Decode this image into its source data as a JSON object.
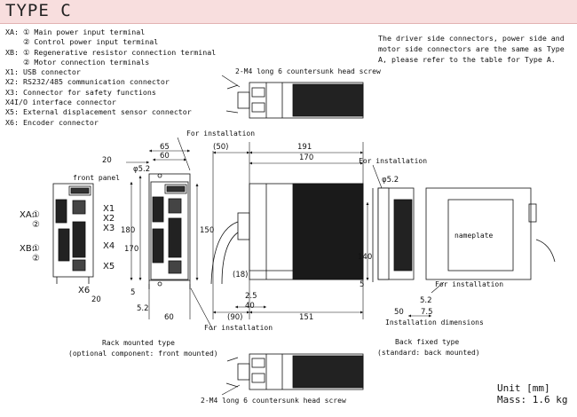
{
  "title": "TYPE C",
  "legend": [
    "XA: ① Main power input terminal",
    "    ② Control power input terminal",
    "XB: ① Regenerative resistor connection terminal",
    "    ② Motor connection terminals",
    "X1: USB connector",
    "X2: RS232/485 communication connector",
    "X3: Connector for safety functions",
    "X4I/O interface connector",
    "X5: External displacement sensor connector",
    "X6: Encoder connector"
  ],
  "note": "The driver side connectors, power side and motor side connectors are the same as Type A, please refer to the table for Type A.",
  "labels": {
    "screw_top": "2-M4 long 6 countersunk head screw",
    "screw_bottom": "2-M4 long 6 countersunk head screw",
    "for_installation": "For installation",
    "front_panel": "front panel",
    "nameplate": "nameplate",
    "installation_dimensions": "Installation dimensions",
    "rack_caption_1": "Rack mounted type",
    "rack_caption_2": "(optional component: front mounted)",
    "back_caption_1": "Back fixed type",
    "back_caption_2": "(standard: back mounted)",
    "unit": "Unit [mm]",
    "mass": "Mass: 1.6 kg"
  },
  "ports": {
    "xa": "XA:",
    "xb": "XB:",
    "c1": "①",
    "c2": "②",
    "x1": "X1",
    "x2": "X2",
    "x3": "X3",
    "x4": "X4",
    "x5": "X5",
    "x6": "X6"
  },
  "dims": {
    "d65": "65",
    "d60": "60",
    "d20": "20",
    "phi52": "φ5.2",
    "d180": "180",
    "d170": "170",
    "d150": "150",
    "d5": "5",
    "d20b": "20",
    "d52": "5.2",
    "d60b": "60",
    "d50p": "(50)",
    "d191": "191",
    "d170b": "170",
    "d18": "(18)",
    "d25": "2.5",
    "d40": "40",
    "d90": "(90)",
    "d151": "151",
    "phi52b": "φ5.2",
    "d140": "140",
    "d5b": "5",
    "d52b": "5.2",
    "d50": "50",
    "d75": "7.5"
  }
}
